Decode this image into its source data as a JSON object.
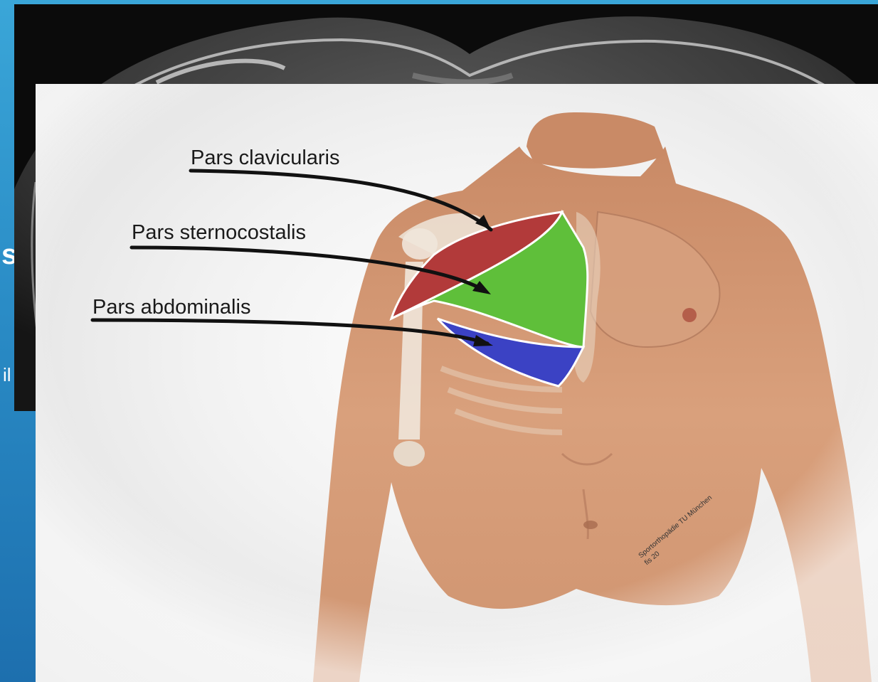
{
  "slide": {
    "left_fragment_1": "s",
    "left_fragment_2": "il"
  },
  "illustration": {
    "labels": {
      "clavicularis": "Pars clavicularis",
      "sternocostalis": "Pars sternocostalis",
      "abdominalis": "Pars abdominalis"
    },
    "credit_line_1": "Sportorthopädie TU München",
    "credit_line_2": "fis 20",
    "colors": {
      "clavicularis": "#b23a3a",
      "sternocostalis": "#5fbf3a",
      "abdominalis": "#3b42c4",
      "skin": "#d9a07c"
    }
  }
}
